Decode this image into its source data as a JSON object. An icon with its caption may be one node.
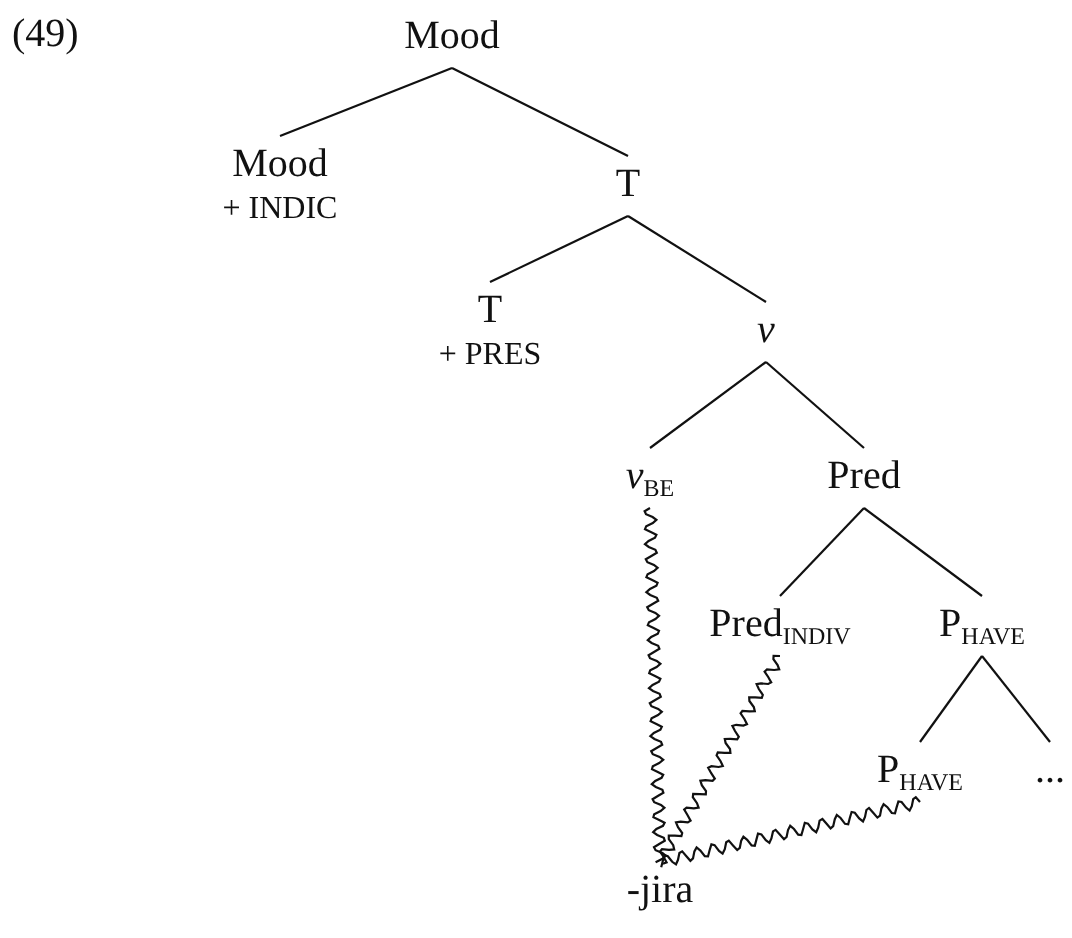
{
  "diagram": {
    "nodes": [
      {
        "text": [
          "Mood"
        ]
      },
      {
        "text": [
          "Mood",
          "+ INDIC"
        ]
      },
      {
        "text": [
          "T"
        ]
      },
      {
        "text": [
          "T",
          "+ PRES"
        ]
      },
      {
        "text": [
          "*v*"
        ]
      },
      {
        "text": [
          "*v*$_{BE}$"
        ]
      },
      {
        "text": [
          "Pred"
        ]
      },
      {
        "text": [
          "Pred$_{INDIV}$"
        ]
      },
      {
        "text": [
          "P$_{HAVE}$"
        ]
      },
      {
        "text": [
          "P$_{HAVE}$"
        ]
      },
      {
        "text": [
          "..."
        ]
      },
      {
        "text": [
          "-jira"
        ]
      }
    ],
    "edges": [
      {
        "from": 0,
        "to": 1,
        "arrow": "none"
      },
      {
        "from": 0,
        "to": 2,
        "arrow": "none"
      },
      {
        "from": 2,
        "to": 3,
        "arrow": "none"
      },
      {
        "from": 2,
        "to": 4,
        "arrow": "none"
      },
      {
        "from": 4,
        "to": 5,
        "arrow": "none"
      },
      {
        "from": 4,
        "to": 6,
        "arrow": "none"
      },
      {
        "from": 6,
        "to": 7,
        "arrow": "none"
      },
      {
        "from": 6,
        "to": 8,
        "arrow": "none"
      },
      {
        "from": 8,
        "to": 9,
        "arrow": "none"
      },
      {
        "from": 8,
        "to": 10,
        "arrow": "none"
      },
      {
        "from": 5,
        "to": 11,
        "arrow": "none"
      },
      {
        "from": 7,
        "to": 11,
        "arrow": "none"
      },
      {
        "from": 9,
        "to": 11,
        "arrow": "none"
      }
    ],
    "labels": [
      "(49)"
    ]
  }
}
